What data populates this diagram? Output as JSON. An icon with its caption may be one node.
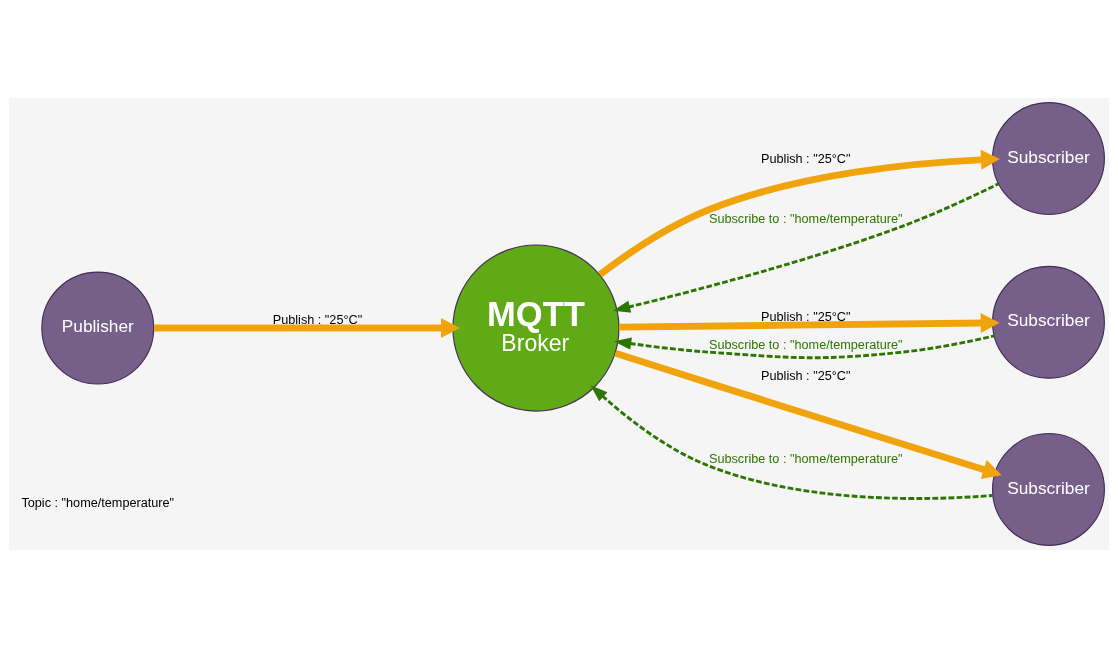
{
  "diagram": {
    "nodes": [
      {
        "text": [
          "Publisher"
        ]
      },
      {
        "text": [
          "MQTT",
          "Broker"
        ]
      },
      {
        "text": [
          "Subscriber"
        ]
      },
      {
        "text": [
          "Subscriber"
        ]
      },
      {
        "text": [
          "Subscriber"
        ]
      }
    ],
    "edges": [
      {
        "from": 0,
        "to": 1,
        "arrow": "to",
        "label": "Publish : \"25°C\""
      },
      {
        "from": 1,
        "to": 2,
        "arrow": "to",
        "label": "Publish : \"25°C\""
      },
      {
        "from": 2,
        "to": 1,
        "arrow": "to",
        "label": "Subscribe to : \"home/temperature\"",
        "style": "dashed",
        "color": "#2d7600"
      },
      {
        "from": 1,
        "to": 3,
        "arrow": "to",
        "label": "Publish : \"25°C\""
      },
      {
        "from": 3,
        "to": 1,
        "arrow": "to",
        "label": "Subscribe to : \"home/temperature\"",
        "style": "dashed",
        "color": "#2d7600"
      },
      {
        "from": 1,
        "to": 4,
        "arrow": "to",
        "label": "Publish : \"25°C\""
      },
      {
        "from": 4,
        "to": 1,
        "arrow": "to",
        "label": "Subscribe to : \"home/temperature\"",
        "style": "dashed",
        "color": "#2d7600"
      }
    ],
    "labels": [
      "Topic : \"home/temperature\""
    ]
  }
}
